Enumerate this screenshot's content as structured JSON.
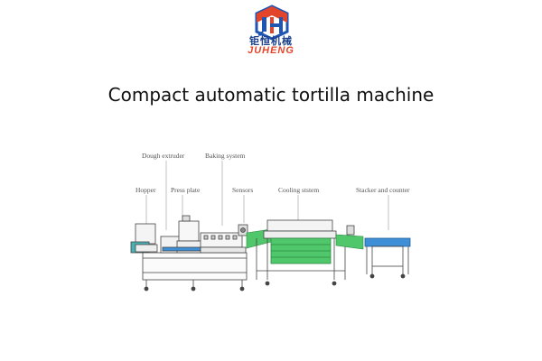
{
  "brand": {
    "logo_letters": "JH",
    "name_cn": "钜恒机械",
    "name_en": "JUHENG"
  },
  "title": "Compact automatic tortilla machine",
  "labels": {
    "dough_extruder": "Dough extruder",
    "baking_system": "Baking system",
    "hopper": "Hopper",
    "press_plate": "Press plate",
    "sensors": "Sensors",
    "cooling_system": "Cooling ststem",
    "stacker": "Stacker and counter"
  },
  "colors": {
    "logo_blue": "#1f55b3",
    "logo_orange": "#e2452a",
    "conveyor_green": "#4fc76a",
    "stacker_blue": "#3f8fd6",
    "hopper_teal": "#4ab0b3",
    "frame": "#444444"
  }
}
